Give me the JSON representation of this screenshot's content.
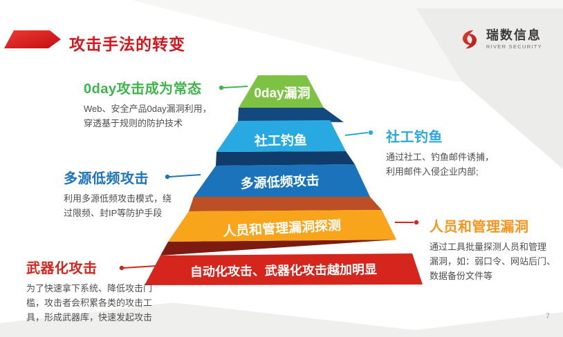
{
  "slide": {
    "title": "攻击手法的转变",
    "page_number": "7",
    "logo": {
      "name": "瑞数信息",
      "subtitle": "RIVER SECURITY"
    }
  },
  "colors": {
    "title_red": "#D5161D",
    "green_band": "#7DC242",
    "cyan_band": "#29A9E1",
    "blue_band": "#1B74BB",
    "orange_band": "#F9A51B",
    "red_band": "#D6251D",
    "fold_navy": "#14497F",
    "fold_navy_dark": "#0F3C6B",
    "fold_rust": "#BC4F23",
    "fold_maroon": "#7E1B10"
  },
  "pyramid": {
    "levels": [
      {
        "label": "0day漏洞",
        "color": "#7DC242"
      },
      {
        "label": "社工钓鱼",
        "color": "#29A9E1"
      },
      {
        "label": "多源低频攻击",
        "color": "#1B74BB"
      },
      {
        "label": "人员和管理漏洞探测",
        "color": "#F9A51B"
      },
      {
        "label": "自动化攻击、武器化攻击越加明显",
        "color": "#D6251D"
      }
    ]
  },
  "annotations": {
    "left": [
      {
        "title": "0day攻击成为常态",
        "color": "#3DB54A",
        "body_lines": [
          "Web、安全产品0day漏洞利用，",
          "穿透基于规则的防护技术"
        ]
      },
      {
        "title": "多源低频攻击",
        "color": "#1C74BB",
        "body_lines": [
          "利用多源低频攻击模式，绕",
          "过限频、封IP等防护手段"
        ]
      },
      {
        "title": "武器化攻击",
        "color": "#D6241C",
        "body_lines": [
          "为了快速拿下系统、降低攻击门",
          "槛，攻击者会积累各类的攻击工",
          "具，形成武器库，快速发起攻击"
        ]
      }
    ],
    "right": [
      {
        "title": "社工钓鱼",
        "color": "#29A8DF",
        "body_lines": [
          "通过社工、钓鱼邮件诱捕，",
          "利用邮件入侵企业内部;"
        ]
      },
      {
        "title": "人员和管理漏洞",
        "color": "#F7941E",
        "body_lines": [
          "通过工具批量探测人员和管理",
          "漏洞，如：弱口令、网站后门、",
          "数据备份文件等"
        ]
      }
    ]
  }
}
